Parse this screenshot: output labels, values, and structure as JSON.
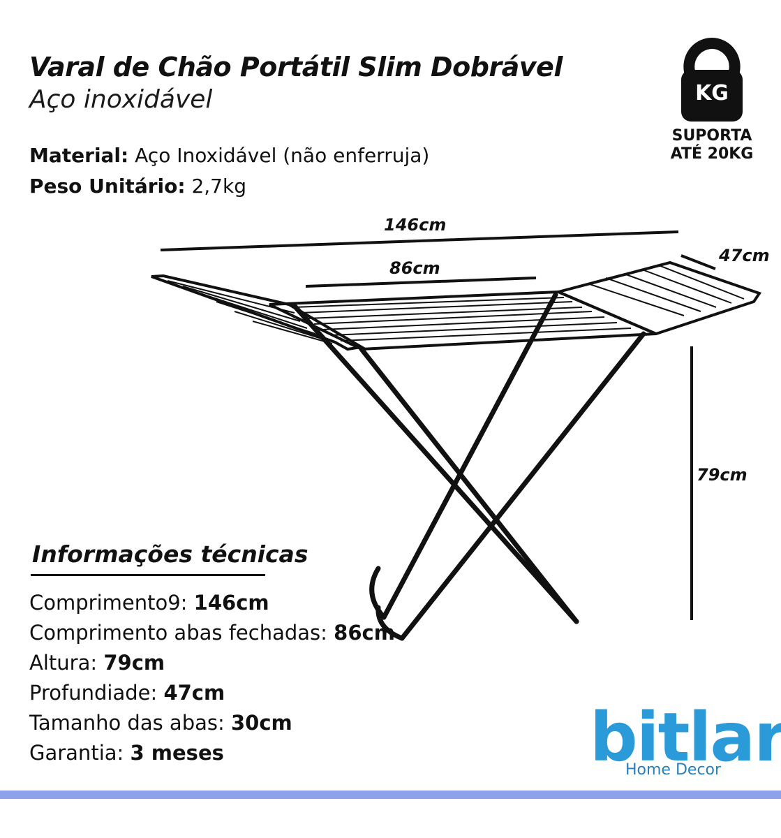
{
  "header": {
    "title": "Varal de Chão Portátil Slim Dobrável",
    "subtitle": "Aço inoxidável"
  },
  "specs": {
    "material_label": "Material:",
    "material_value": "Aço Inoxidável (não enferruja)",
    "weight_label": "Peso Unitário:",
    "weight_value": "2,7kg"
  },
  "badge": {
    "icon": "kettlebell-icon",
    "kg": "KG",
    "line1": "SUPORTA",
    "line2": "ATÉ 20KG"
  },
  "dimensions": {
    "total_length": "146cm",
    "closed_length": "86cm",
    "depth": "47cm",
    "height": "79cm"
  },
  "technical": {
    "heading": "Informações técnicas",
    "items": [
      {
        "label": "Comprimento9: ",
        "value": "146cm"
      },
      {
        "label": "Comprimento abas fechadas: ",
        "value": "86cm"
      },
      {
        "label": "Altura: ",
        "value": "79cm"
      },
      {
        "label": "Profundiade: ",
        "value": "47cm"
      },
      {
        "label": "Tamanho das abas: ",
        "value": "30cm"
      },
      {
        "label": "Garantia: ",
        "value": "3 meses"
      }
    ]
  },
  "brand": {
    "name": "bitlar",
    "tagline": "Home Decor",
    "color": "#2a9bd8"
  },
  "colors": {
    "footer_bar": "#8ea2e9",
    "product": "#111111"
  }
}
